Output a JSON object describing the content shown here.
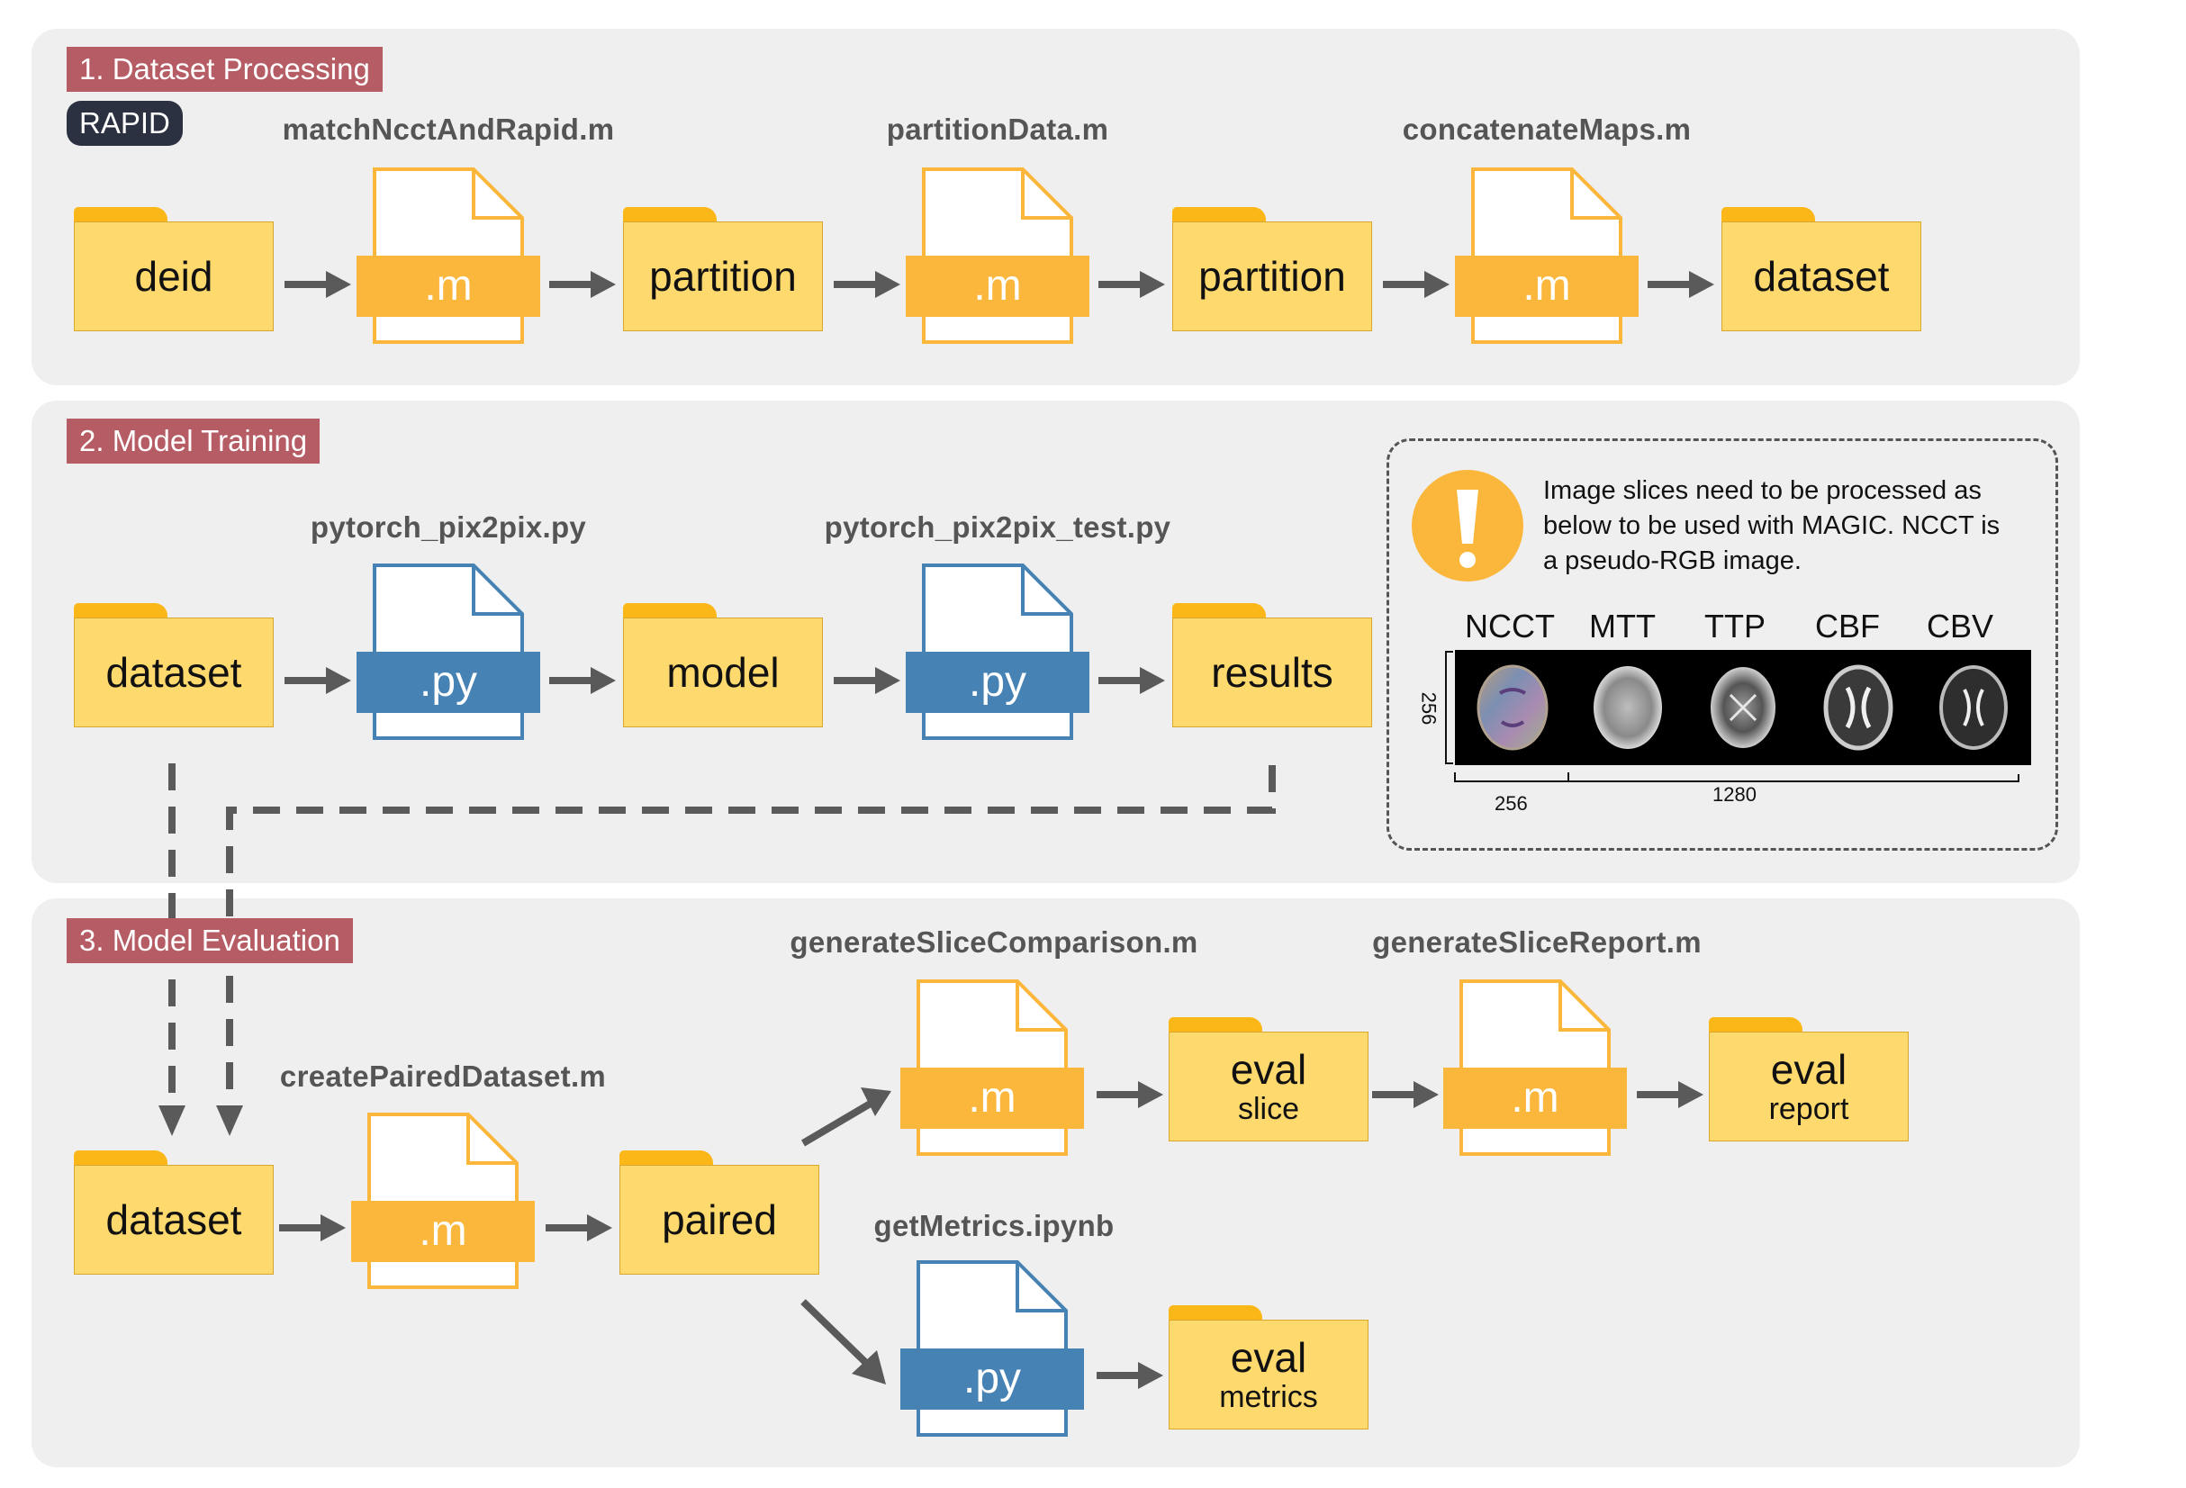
{
  "sections": {
    "s1": "1. Dataset Processing",
    "s2": "2. Model Training",
    "s3": "3. Model Evaluation"
  },
  "rapid_badge": "RAPID",
  "scripts": {
    "match_ncct": "matchNcctAndRapid.m",
    "partition_data": "partitionData.m",
    "concatenate_maps": "concatenateMaps.m",
    "pix2pix_train": "pytorch_pix2pix.py",
    "pix2pix_test": "pytorch_pix2pix_test.py",
    "create_paired": "createPairedDataset.m",
    "slice_comparison": "generateSliceComparison.m",
    "slice_report": "generateSliceReport.m",
    "get_metrics": "getMetrics.ipynb"
  },
  "folders": {
    "deid": "deid",
    "partition_a": "partition",
    "partition_b": "partition",
    "dataset_1": "dataset",
    "dataset_2": "dataset",
    "model": "model",
    "results": "results",
    "dataset_3": "dataset",
    "paired": "paired",
    "eval_slice": {
      "main": "eval",
      "sub": "slice"
    },
    "eval_report": {
      "main": "eval",
      "sub": "report"
    },
    "eval_metrics": {
      "main": "eval",
      "sub": "metrics"
    }
  },
  "file_ext": {
    "m": ".m",
    "py": ".py"
  },
  "colors": {
    "panel_bg": "#efefef",
    "section_label_bg": "#b65c64",
    "badge_bg": "#2b3140",
    "folder_tab": "#fbb717",
    "folder_body": "#fed96d",
    "m_file": "#fbb63c",
    "py_file": "#4682b4",
    "arrow": "#5a5a5a",
    "warning": "#fbb63c"
  },
  "info": {
    "icon": "exclamation-icon",
    "text": "Image slices need to be processed as below to be used with MAGIC. NCCT is a pseudo-RGB image.",
    "line1": "Image slices need to be processed as",
    "line2": "below to be used with MAGIC. NCCT is",
    "line3": "a pseudo-RGB image.",
    "slice_labels": [
      "NCCT",
      "MTT",
      "TTP",
      "CBF",
      "CBV"
    ],
    "height_label": "256",
    "width_label": "256",
    "total_width_label": "1280"
  }
}
